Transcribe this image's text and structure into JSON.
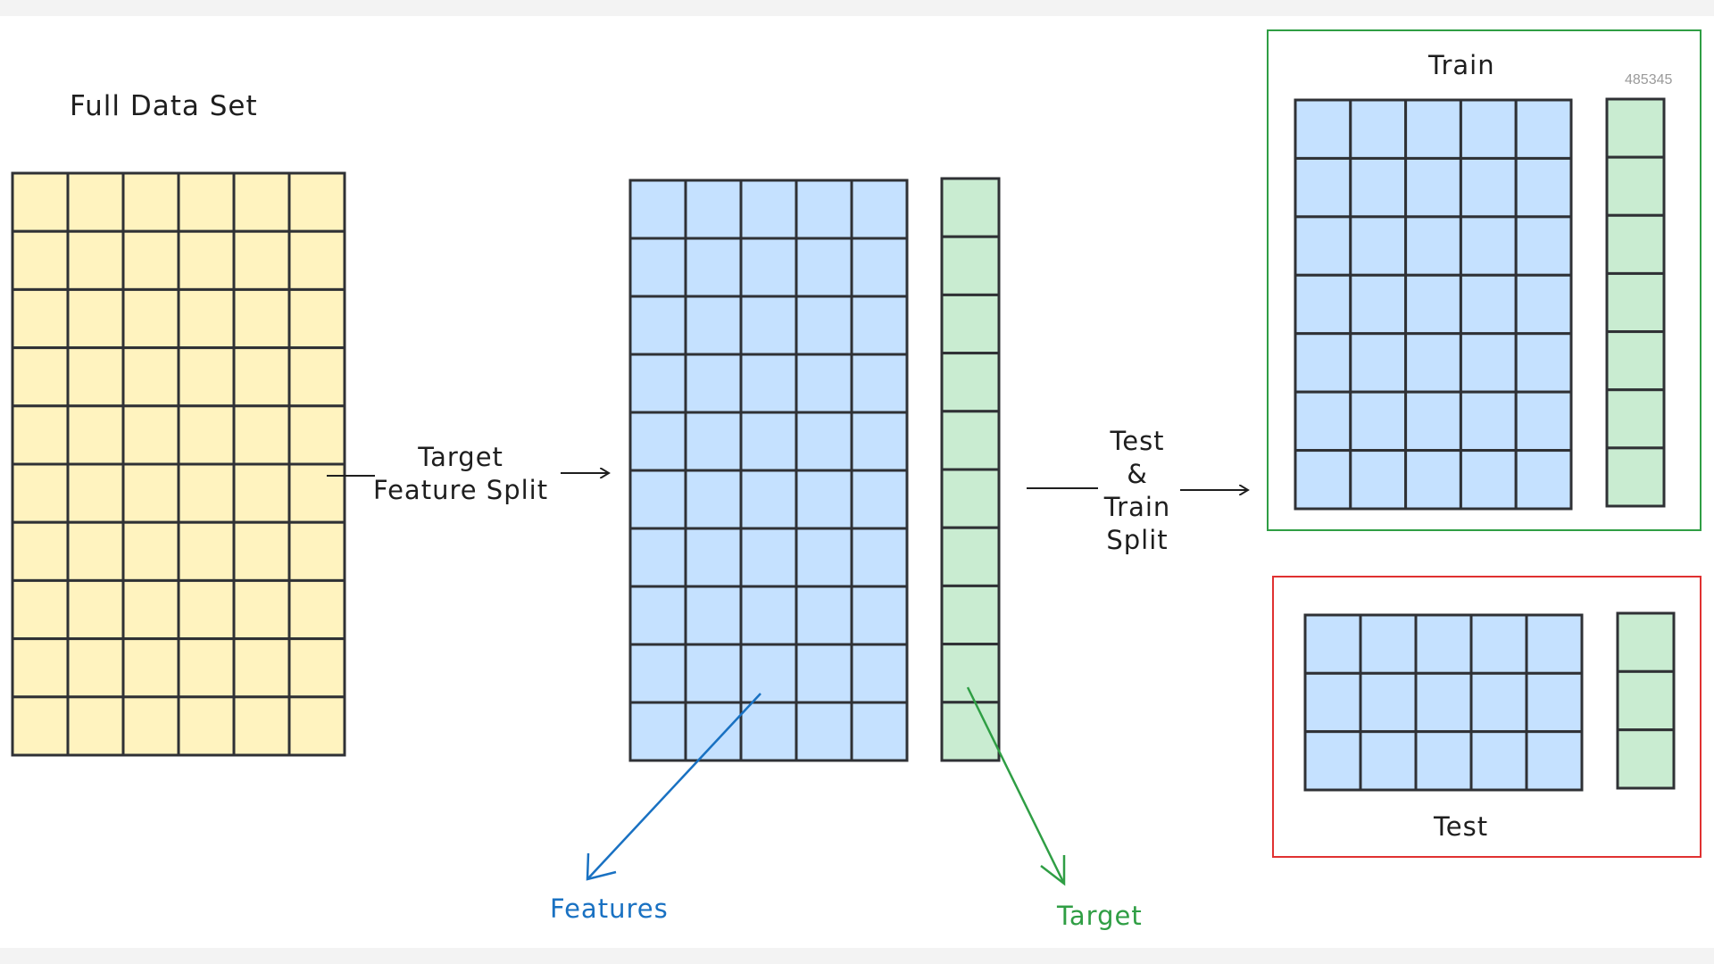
{
  "diagram": {
    "full_dataset_label": "Full Data Set",
    "step1_label_line1": "Target",
    "step1_label_line2": "Feature Split",
    "step2_label_line1": "Test",
    "step2_label_line2": "&",
    "step2_label_line3": "Train",
    "step2_label_line4": "Split",
    "train_label": "Train",
    "test_label": "Test",
    "features_label": "Features",
    "target_label": "Target",
    "watermark_text": "485345"
  },
  "grids": {
    "full_dataset": {
      "rows": 10,
      "cols": 6
    },
    "features": {
      "rows": 10,
      "cols": 5
    },
    "target": {
      "rows": 10,
      "cols": 1
    },
    "train_features": {
      "rows": 7,
      "cols": 5
    },
    "train_target": {
      "rows": 7,
      "cols": 1
    },
    "test_features": {
      "rows": 3,
      "cols": 5
    },
    "test_target": {
      "rows": 3,
      "cols": 1
    }
  },
  "colors": {
    "full_dataset_fill": "#fff3bf",
    "features_fill": "#c5e1ff",
    "target_fill": "#c9ecd1",
    "grid_stroke": "#2f3135",
    "train_frame": "#2f9e44",
    "test_frame": "#e03131",
    "features_arrow": "#1971c2",
    "target_arrow": "#2f9e44",
    "arrow": "#1e1e1e"
  }
}
